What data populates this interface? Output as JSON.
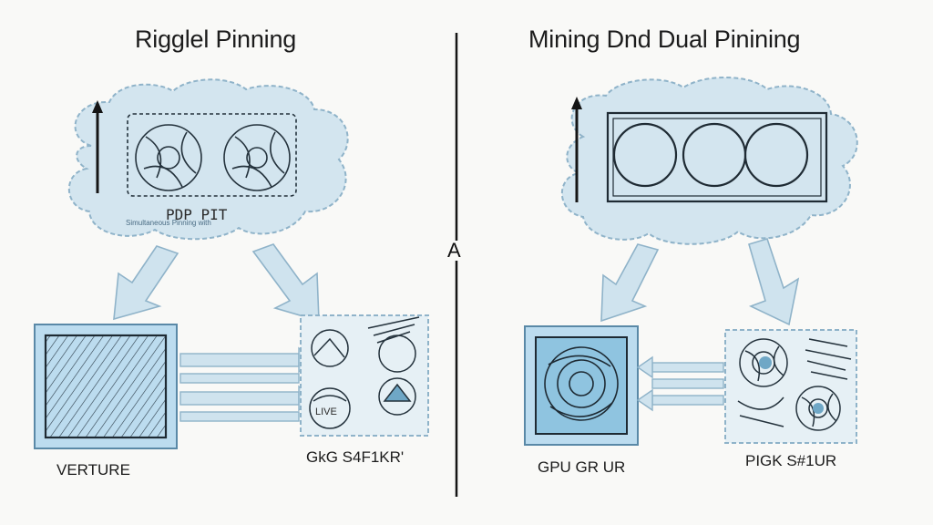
{
  "left_panel": {
    "title": "Rigglel Pinning",
    "cloud_label": "PDP PIT",
    "cloud_sublabel": "Simultaneous Pinning with",
    "box_left_label": "VERTURE",
    "box_right_label": "GkG S4F1KR'",
    "box_right_inner": "LIVE"
  },
  "right_panel": {
    "title": "Mining Dnd Dual Pinining",
    "box_left_label": "GPU GR UR",
    "box_right_label": "PIGK S#1UR"
  },
  "divider": {
    "mark": "A"
  },
  "colors": {
    "cloud_fill": "#d3e5ef",
    "cloud_stroke": "#8fb3c9",
    "box_fill": "#bcdcef",
    "arrow_fill": "#cfe3ee",
    "ink": "#1e2a33"
  }
}
